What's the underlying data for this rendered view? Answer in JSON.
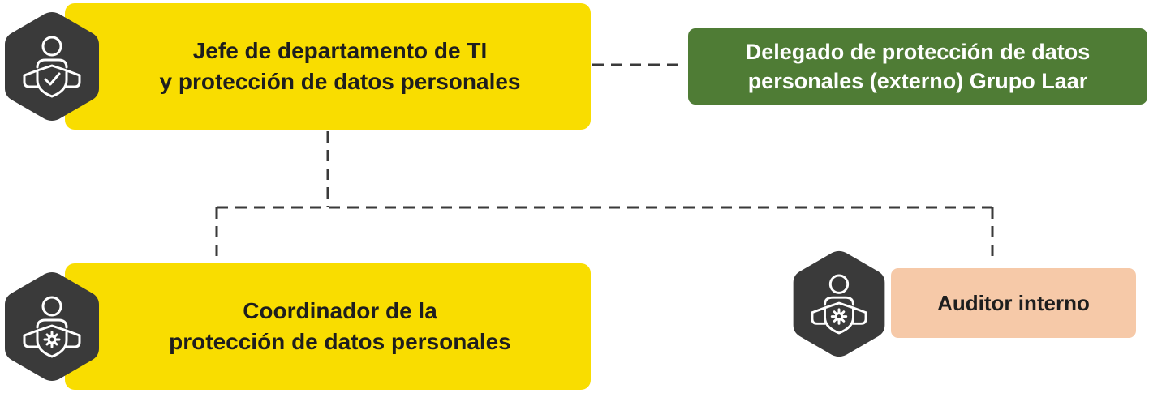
{
  "nodes": {
    "jefe": {
      "line1": "Jefe de departamento de TI",
      "line2": "y protección de datos personales",
      "color": "#f9dd00",
      "icon": "person-shield-check-icon"
    },
    "delegado": {
      "line1": "Delegado de protección de datos",
      "line2": "personales (externo) Grupo Laar",
      "color": "#4f7c35"
    },
    "coordinador": {
      "line1": "Coordinador de la",
      "line2": "protección de datos personales",
      "color": "#f9dd00",
      "icon": "person-shield-gear-icon"
    },
    "auditor": {
      "line1": "Auditor interno",
      "color": "#f6c9a8",
      "icon": "person-shield-gear-icon"
    }
  },
  "style": {
    "hexagon_color": "#3a3a3a",
    "connector_color": "#3a3a3a",
    "connector_style": "dashed"
  }
}
